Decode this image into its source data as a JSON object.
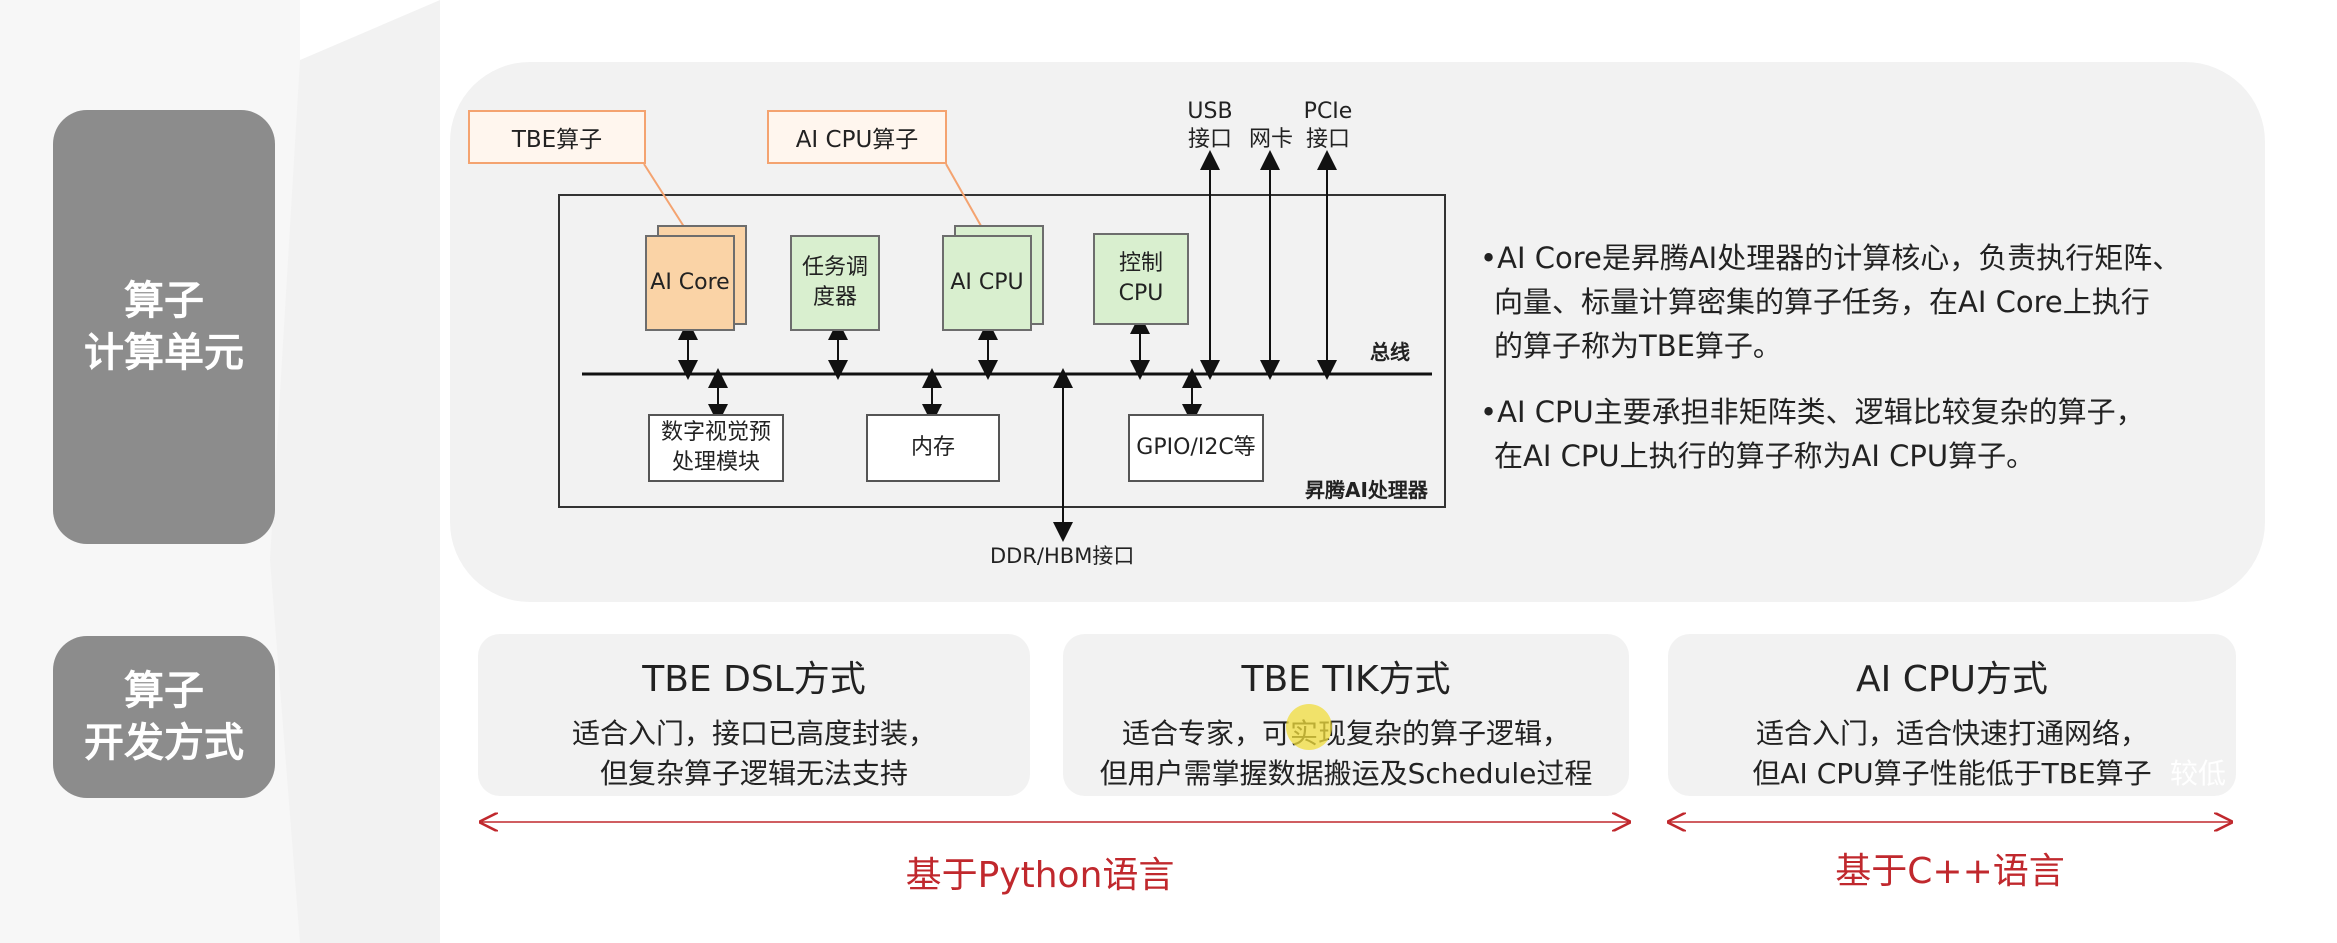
{
  "left_labels": {
    "compute_unit": [
      "算子",
      "计算单元"
    ],
    "dev_method": [
      "算子",
      "开发方式"
    ]
  },
  "diagram": {
    "callout_tbe": "TBE算子",
    "callout_aicpu": "AI CPU算子",
    "top_ports": {
      "usb": [
        "USB",
        "接口"
      ],
      "nic": "网卡",
      "pcie": [
        "PCIe",
        "接口"
      ]
    },
    "ai_core": "AI Core",
    "task_scheduler": [
      "任务调",
      "度器"
    ],
    "ai_cpu": "AI CPU",
    "control_cpu": [
      "控制",
      "CPU"
    ],
    "bus_label": "总线",
    "dvpp": [
      "数字视觉预",
      "处理模块"
    ],
    "memory": "内存",
    "gpio": "GPIO/I2C等",
    "processor_label": "昇腾AI处理器",
    "ddr_label": "DDR/HBM接口"
  },
  "bullets": [
    [
      "•AI Core是昇腾AI处理器的计算核心，负责执行矩阵、",
      "向量、标量计算密集的算子任务，在AI Core上执行",
      "的算子称为TBE算子。"
    ],
    [
      "•AI CPU主要承担非矩阵类、逻辑比较复杂的算子，",
      "在AI CPU上执行的算子称为AI CPU算子。"
    ]
  ],
  "methods": [
    {
      "title": "TBE DSL方式",
      "lines": [
        "适合入门，接口已高度封装，",
        "但复杂算子逻辑无法支持"
      ]
    },
    {
      "title": "TBE TIK方式",
      "lines": [
        "适合专家，可实现复杂的算子逻辑，",
        "但用户需掌握数据搬运及Schedule过程"
      ]
    },
    {
      "title": "AI CPU方式",
      "lines": [
        "适合入门，适合快速打通网络，",
        "但AI CPU算子性能低于TBE算子"
      ]
    }
  ],
  "language_labels": {
    "python": "基于Python语言",
    "cpp": "基于C++语言"
  },
  "watermark": "较低",
  "colors": {
    "left_pill": "#8c8c8c",
    "panel": "#f2f2f2",
    "accent_red": "#c0282d",
    "ai_core_fill": "#fad3a6",
    "green_fill": "#d9efcf",
    "callout_border": "#f4a370"
  }
}
